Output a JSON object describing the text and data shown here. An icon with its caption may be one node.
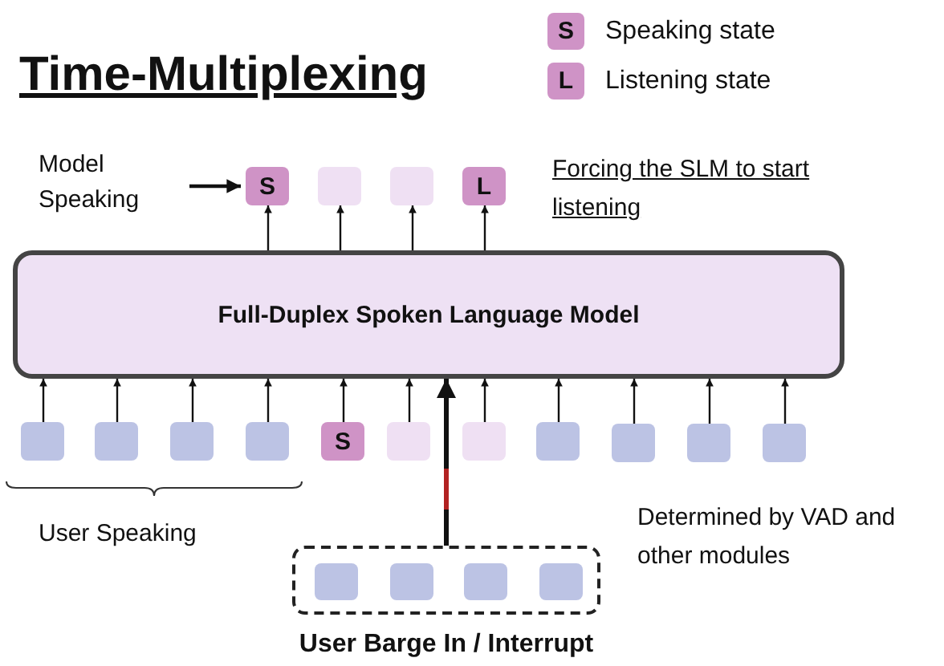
{
  "diagram": {
    "title": "Time-Multiplexing",
    "nodes": [
      {
        "text": [
          "Model Speaking"
        ]
      },
      {
        "text": [
          "S"
        ]
      },
      {
        "text": [],
        "shape": "box"
      },
      {
        "text": [],
        "shape": "box"
      },
      {
        "text": [
          "L"
        ]
      },
      {
        "text": [
          "Full-Duplex Spoken Language Model"
        ]
      },
      {
        "text": [],
        "shape": "box"
      },
      {
        "text": [],
        "shape": "box"
      },
      {
        "text": [],
        "shape": "box"
      },
      {
        "text": [],
        "shape": "box"
      },
      {
        "text": [
          "S"
        ]
      },
      {
        "text": [],
        "shape": "box"
      },
      {
        "text": [],
        "shape": "box"
      },
      {
        "text": [],
        "shape": "box"
      },
      {
        "text": [],
        "shape": "box"
      },
      {
        "text": [],
        "shape": "box"
      },
      {
        "text": [],
        "shape": "box"
      },
      {
        "text": [
          "User Barge In / Interrupt"
        ]
      },
      {
        "text": [],
        "shape": "box",
        "in": 17
      },
      {
        "text": [],
        "shape": "box",
        "in": 17
      },
      {
        "text": [],
        "shape": "box",
        "in": 17
      },
      {
        "text": [],
        "shape": "box",
        "in": 17
      }
    ],
    "edges": [
      {
        "from": 0,
        "to": 1,
        "arrow": "to"
      },
      {
        "from": 5,
        "to": 1,
        "arrow": "to"
      },
      {
        "from": 5,
        "to": 2,
        "arrow": "to"
      },
      {
        "from": 5,
        "to": 3,
        "arrow": "to"
      },
      {
        "from": 5,
        "to": 4,
        "arrow": "to"
      },
      {
        "from": 6,
        "to": 5,
        "arrow": "to"
      },
      {
        "from": 7,
        "to": 5,
        "arrow": "to"
      },
      {
        "from": 8,
        "to": 5,
        "arrow": "to"
      },
      {
        "from": 9,
        "to": 5,
        "arrow": "to"
      },
      {
        "from": 10,
        "to": 5,
        "arrow": "to"
      },
      {
        "from": 11,
        "to": 5,
        "arrow": "to"
      },
      {
        "from": 12,
        "to": 5,
        "arrow": "to"
      },
      {
        "from": 13,
        "to": 5,
        "arrow": "to"
      },
      {
        "from": 14,
        "to": 5,
        "arrow": "to"
      },
      {
        "from": 15,
        "to": 5,
        "arrow": "to"
      },
      {
        "from": 16,
        "to": 5,
        "arrow": "to"
      },
      {
        "from": 17,
        "to": 5,
        "arrow": "to",
        "style": "thick"
      }
    ],
    "labels": [
      "S",
      "L",
      "Forcing the SLM to start listening",
      "User Speaking",
      "Determined by VAD and other modules"
    ],
    "legend": [
      {
        "text": "Speaking state",
        "color": "#cf93c6"
      },
      {
        "text": "Listening state",
        "color": "#cf93c6"
      }
    ]
  }
}
